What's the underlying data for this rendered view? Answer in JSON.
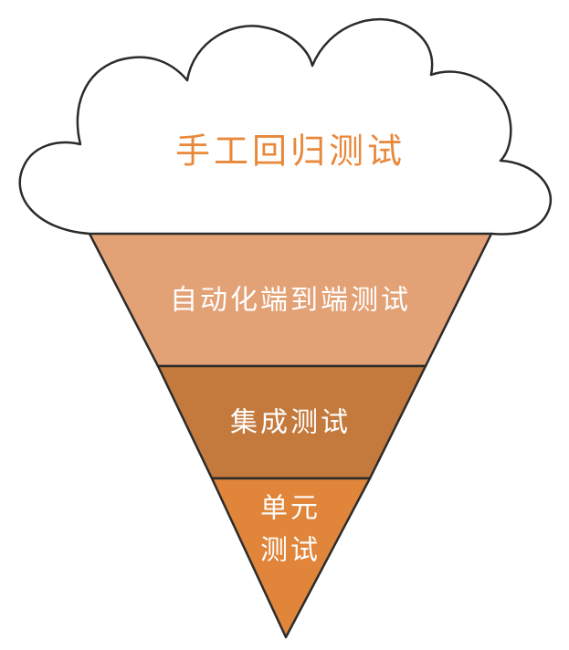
{
  "cloud": {
    "label": "手工回归测试",
    "text_color": "#e8883a"
  },
  "layers": [
    {
      "label": "自动化端到端测试",
      "color": "#e3a276"
    },
    {
      "label": "集成测试",
      "color": "#c47a3d"
    },
    {
      "label_lines": [
        "单元",
        "测试"
      ],
      "color": "#e0853a"
    }
  ],
  "outline_color": "#2b2b2b"
}
